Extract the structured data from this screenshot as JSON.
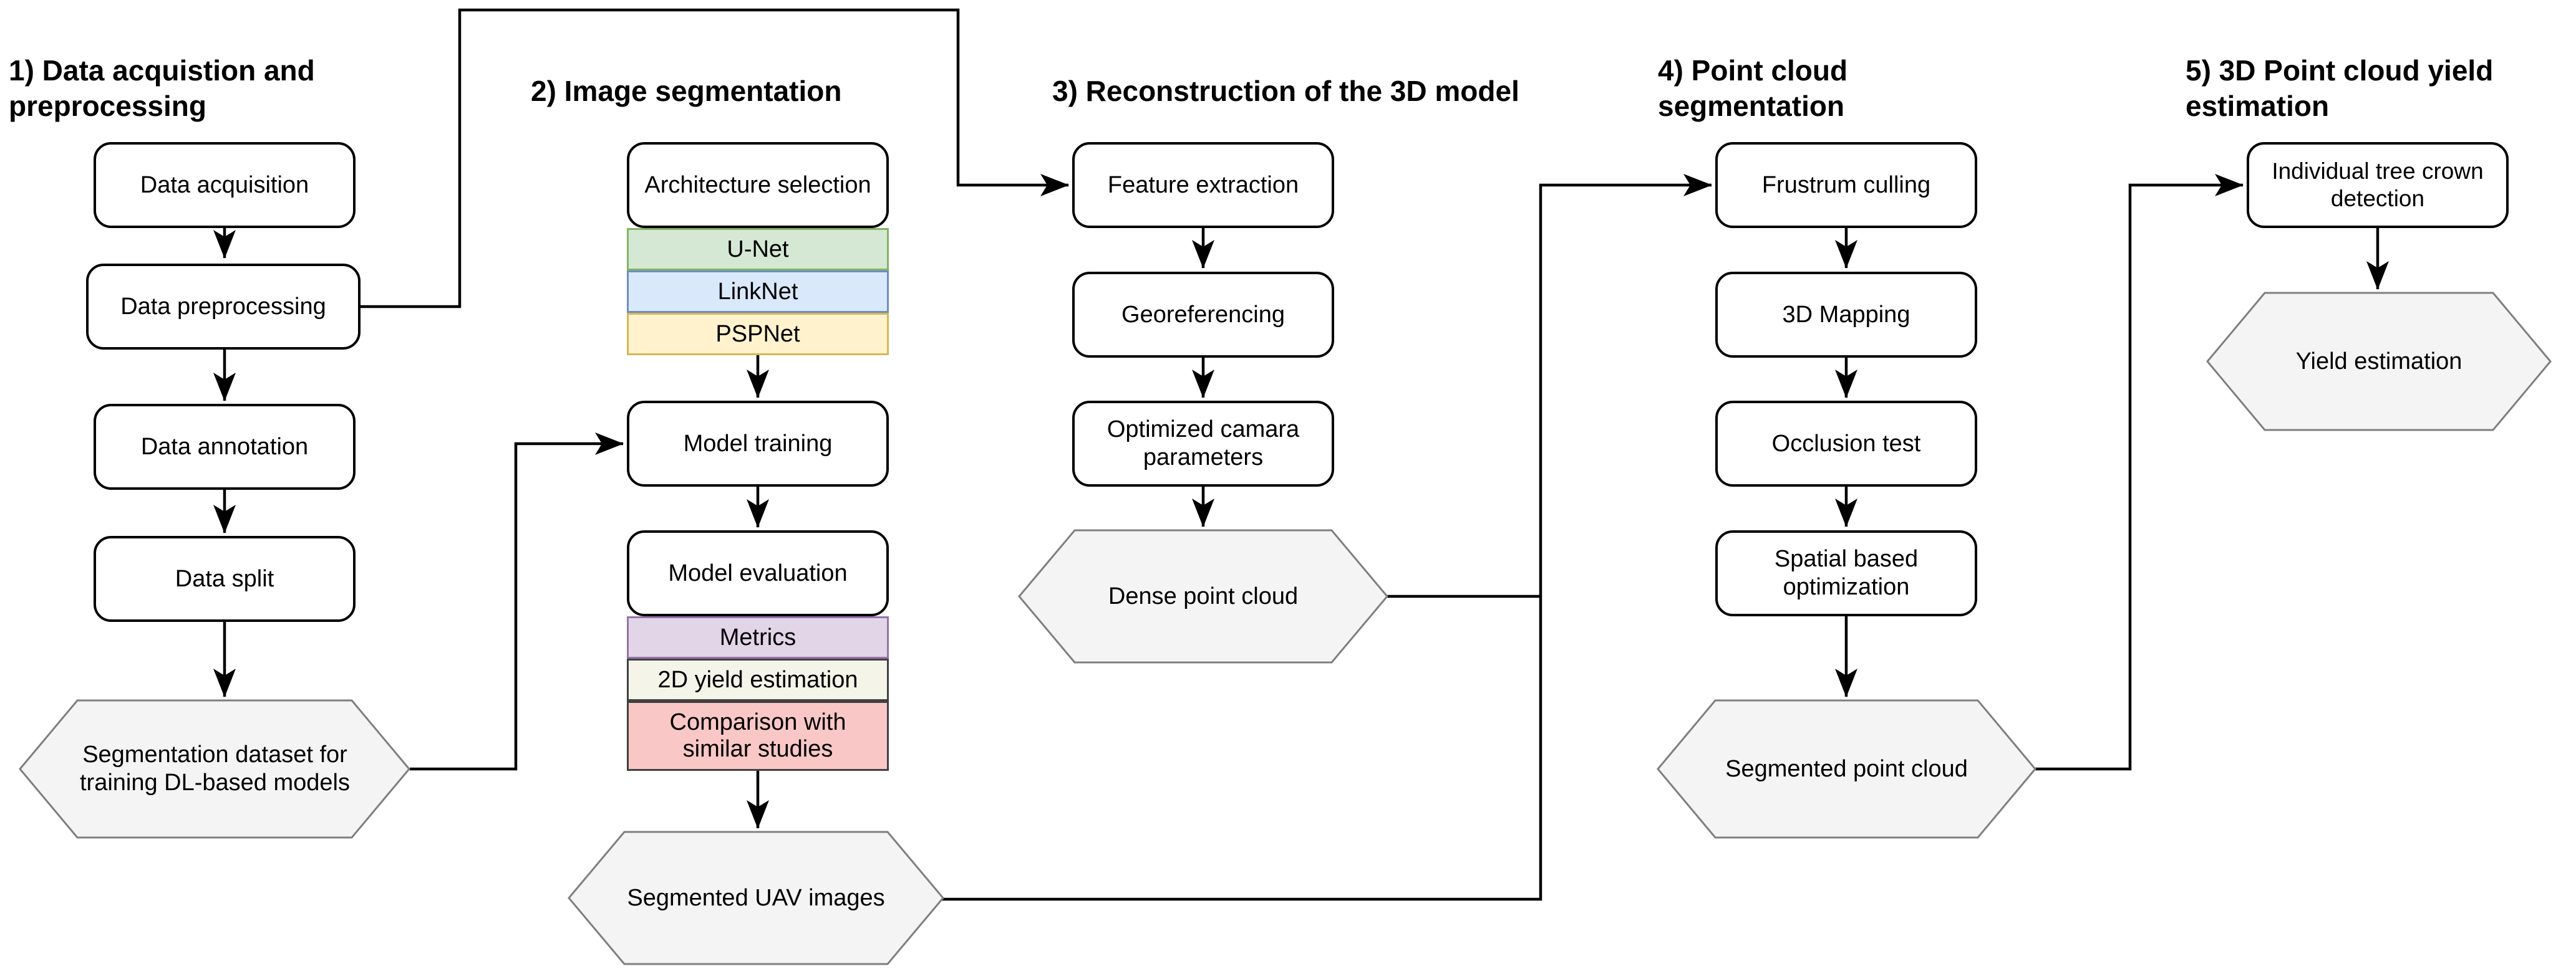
{
  "stages": [
    {
      "title": "1) Data acquistion and preprocessing",
      "boxes": [
        "Data acquisition",
        "Data preprocessing",
        "Data annotation",
        "Data split"
      ],
      "output": "Segmentation dataset for training DL-based models"
    },
    {
      "title": "2) Image segmentation",
      "selector": "Architecture selection",
      "architectures": [
        "U-Net",
        "LinkNet",
        "PSPNet"
      ],
      "training": "Model training",
      "evaluation": "Model evaluation",
      "evaluation_items": [
        "Metrics",
        "2D yield estimation",
        "Comparison with similar studies"
      ],
      "output": "Segmented UAV images"
    },
    {
      "title": "3) Reconstruction of the 3D model",
      "boxes": [
        "Feature extraction",
        "Georeferencing",
        "Optimized camara parameters"
      ],
      "output": "Dense point cloud"
    },
    {
      "title": "4) Point cloud segmentation",
      "boxes": [
        "Frustrum culling",
        "3D Mapping",
        "Occlusion test",
        "Spatial based optimization"
      ],
      "output": "Segmented point cloud"
    },
    {
      "title": "5) 3D Point cloud yield estimation",
      "boxes": [
        "Individual tree crown detection"
      ],
      "output": "Yield estimation"
    }
  ],
  "colors": {
    "box_fill": "#ffffff",
    "box_border": "#000000",
    "edge": "#000000",
    "hexagon_fill": "#f4f4f4",
    "hexagon_border": "#7f7f7f",
    "unet_fill": "#d5e8d4",
    "unet_border": "#82b366",
    "linknet_fill": "#dae8fc",
    "linknet_border": "#6c8ebf",
    "pspnet_fill": "#fff2cc",
    "pspnet_border": "#d6b656",
    "metrics_fill": "#e1d5e7",
    "metrics_border": "#9673a6",
    "yield2d_fill": "#f5f4e9",
    "yield2d_border": "#404040",
    "comparison_fill": "#f9c8c6",
    "comparison_border": "#404040"
  }
}
